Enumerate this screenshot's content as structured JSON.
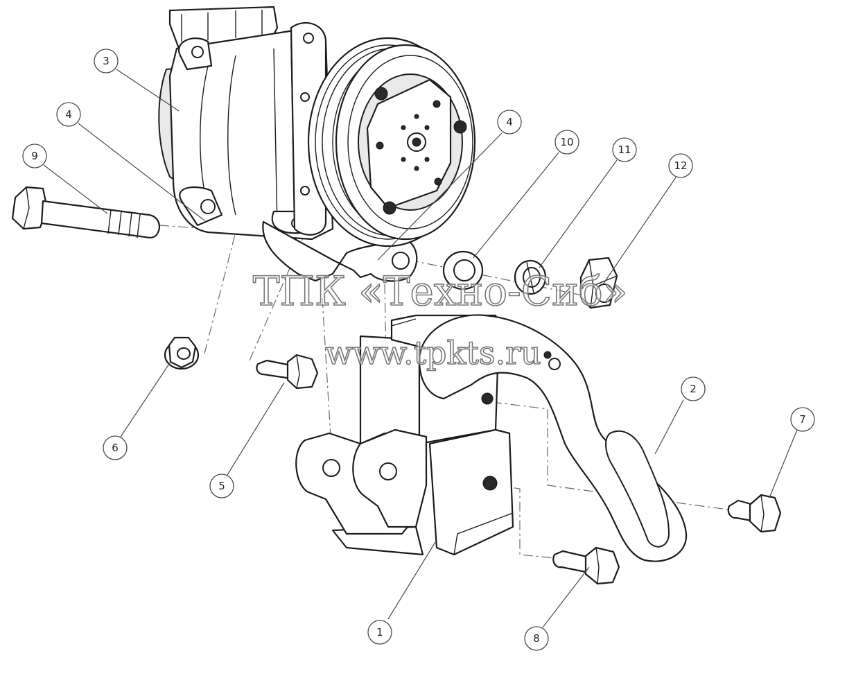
{
  "watermark": {
    "line1": "ТПК «Техно-Сиб»",
    "line2": "www.tpkts.ru"
  },
  "callouts": [
    {
      "id": "c1",
      "label": "1"
    },
    {
      "id": "c2",
      "label": "2"
    },
    {
      "id": "c3",
      "label": "3"
    },
    {
      "id": "c4a",
      "label": "4"
    },
    {
      "id": "c4b",
      "label": "4"
    },
    {
      "id": "c5",
      "label": "5"
    },
    {
      "id": "c6",
      "label": "6"
    },
    {
      "id": "c7",
      "label": "7"
    },
    {
      "id": "c8",
      "label": "8"
    },
    {
      "id": "c9",
      "label": "9"
    },
    {
      "id": "c10",
      "label": "10"
    },
    {
      "id": "c11",
      "label": "11"
    },
    {
      "id": "c12",
      "label": "12"
    }
  ]
}
